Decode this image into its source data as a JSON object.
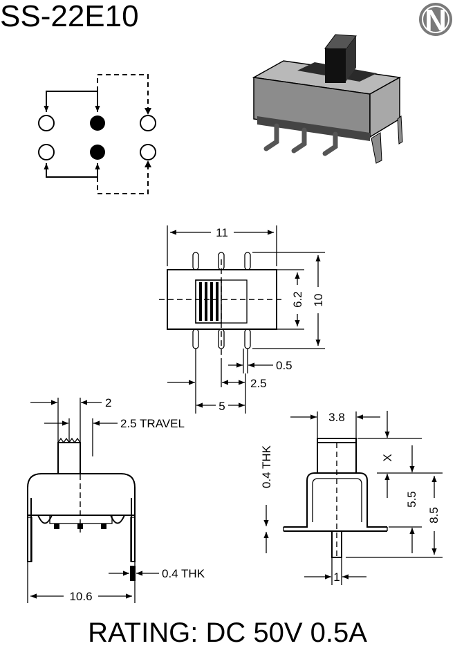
{
  "model": "SS-22E10",
  "logo_letter": "N",
  "logo_icon": "circle-n-logo-icon",
  "rating": "RATING: DC 50V 0.5A",
  "top_view": {
    "width": "11",
    "actuator_height": "6.2",
    "body_height": "10",
    "pin_width": "0.5",
    "pin_pitch": "2.5",
    "row_spacing": "5"
  },
  "front_view": {
    "actuator_width": "2",
    "travel": "2.5 TRAVEL",
    "terminal_thickness": "0.4 THK",
    "body_width": "10.6"
  },
  "side_view": {
    "actuator_width": "3.8",
    "actuator_height_var": "X",
    "body_height": "5.5",
    "total_height": "8.5",
    "plate_thickness": "0.4 THK",
    "pin_width": "1"
  },
  "colors": {
    "ink": "#000000",
    "body_gray": "#8c8c8c",
    "logo_gray": "#7a7a7a"
  }
}
